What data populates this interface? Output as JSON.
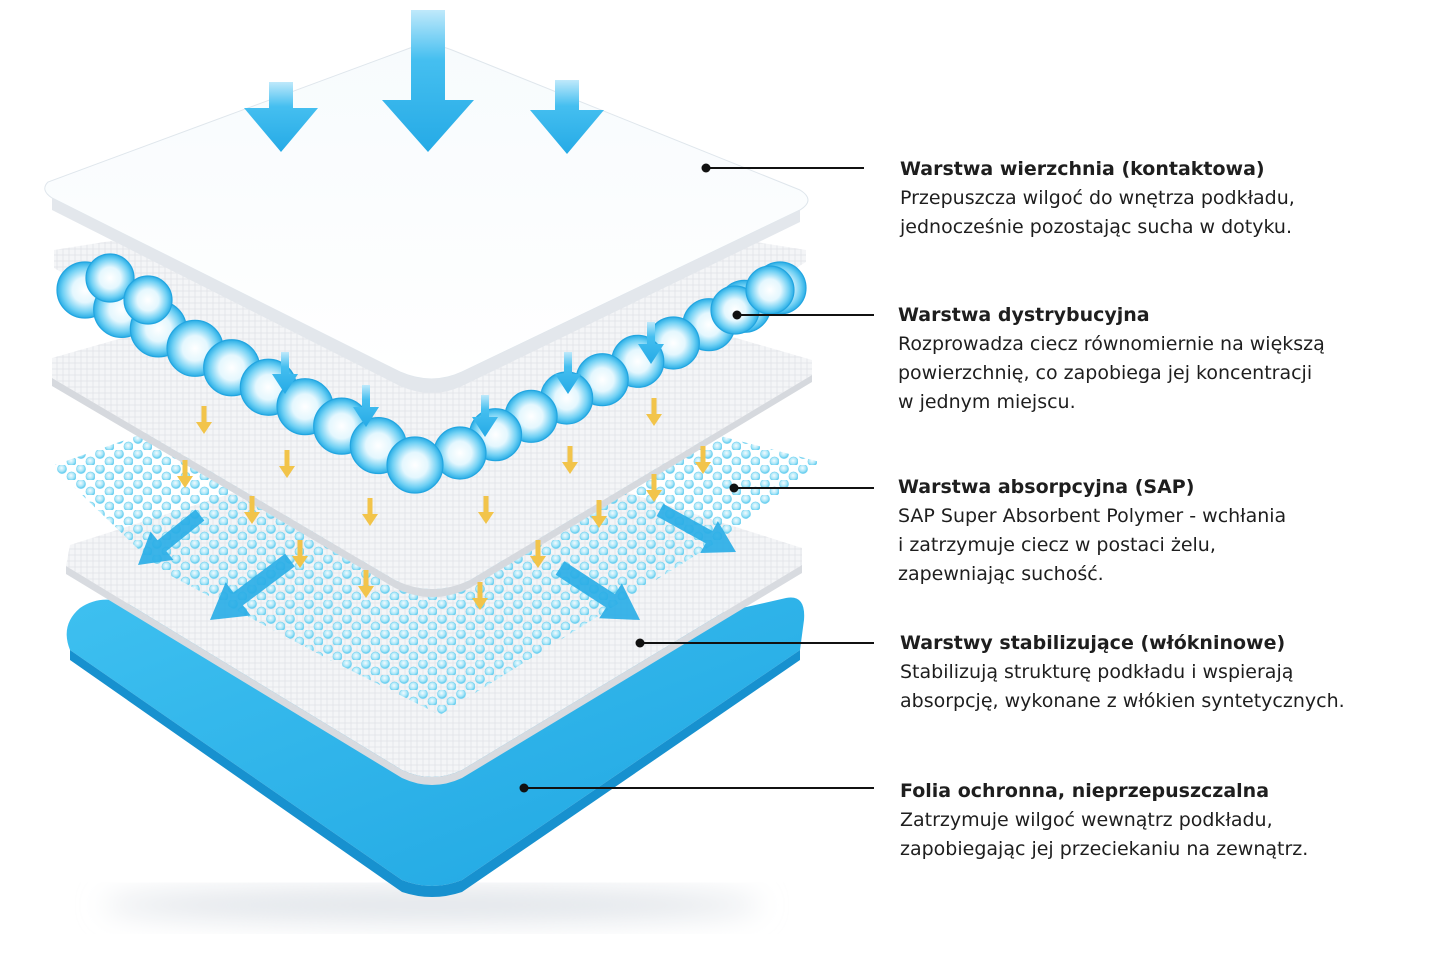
{
  "colors": {
    "accent_blue": "#29aee8",
    "light_blue": "#bdeaf8",
    "arrow_yellow": "#f2c44a",
    "text": "#1e1e1e",
    "leader": "#111111"
  },
  "icons": {
    "down_arrow": "down-arrow-icon",
    "spread_arrow": "spread-arrow-icon"
  },
  "layers": [
    {
      "title": "Warstwa wierzchnia (kontaktowa)",
      "lines": [
        "Przepuszcza wilgoć do wnętrza podkładu,",
        "jednocześnie pozostając sucha w dotyku."
      ]
    },
    {
      "title": "Warstwa dystrybucyjna",
      "lines": [
        "Rozprowadza ciecz równomiernie na większą",
        "powierzchnię, co zapobiega jej koncentracji",
        "w jednym miejscu."
      ]
    },
    {
      "title": "Warstwa absorpcyjna (SAP)",
      "lines": [
        "SAP Super Absorbent Polymer - wchłania",
        "i zatrzymuje ciecz w postaci żelu,",
        "zapewniając suchość."
      ]
    },
    {
      "title": "Warstwy stabilizujące (włókninowe)",
      "lines": [
        "Stabilizują strukturę podkładu i wspierają",
        "absorpcję, wykonane z włókien syntetycznych."
      ]
    },
    {
      "title": "Folia ochronna, nieprzepuszczalna",
      "lines": [
        "Zatrzymuje wilgoć wewnątrz podkładu,",
        "zapobiegając jej przeciekaniu na zewnątrz."
      ]
    }
  ]
}
